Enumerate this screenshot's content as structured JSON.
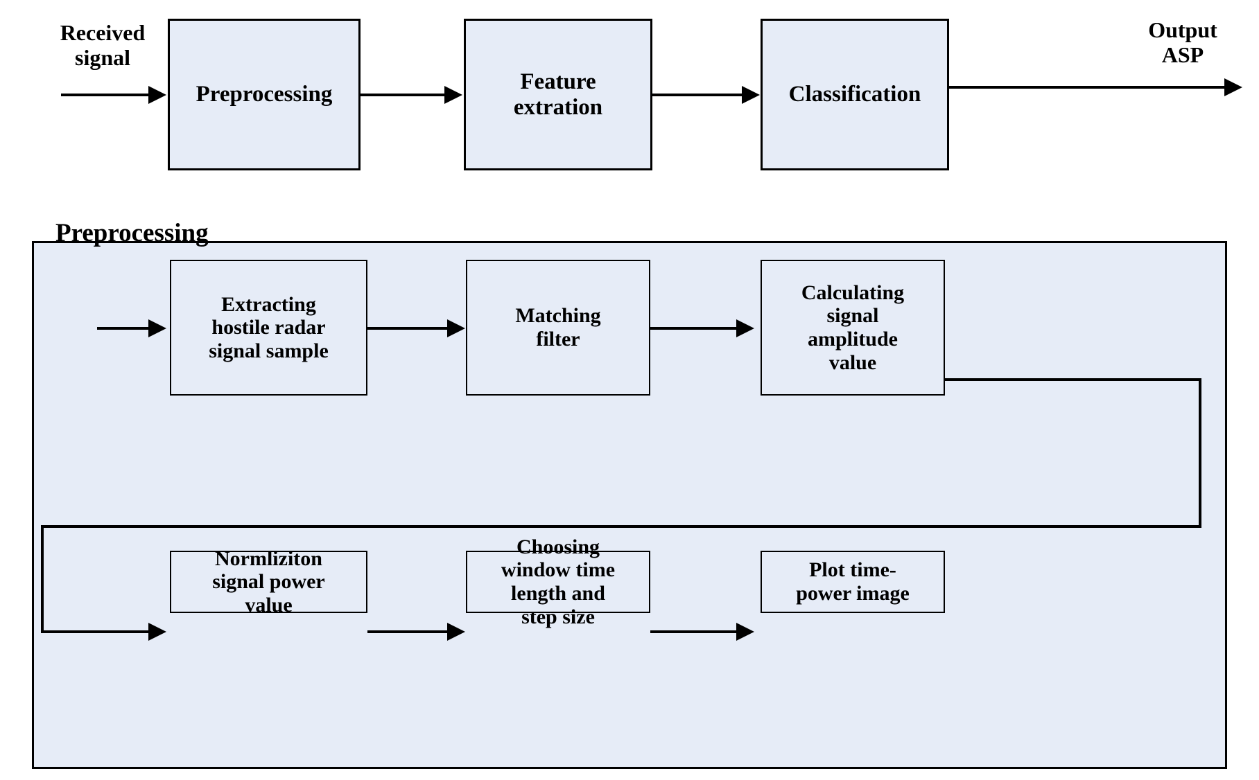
{
  "diagram": {
    "title": "Radar signal preprocessing and classification block diagram",
    "colors": {
      "box_fill": "#e6ecf7",
      "stroke": "#000000",
      "panel_fill": "#e6ecf7",
      "background": "#ffffff"
    },
    "top_flow": {
      "input_label": "Received\nsignal",
      "output_label": "Output\nASP",
      "stages": [
        {
          "id": "preprocessing",
          "label": "Preprocessing"
        },
        {
          "id": "feature-extration",
          "label": "Feature\nextration"
        },
        {
          "id": "classification",
          "label": "Classification"
        }
      ]
    },
    "detail_panel": {
      "title": "Preprocessing",
      "row1": [
        {
          "id": "extracting-hostile-radar-signal-sample",
          "label": "Extracting\nhostile radar\nsignal sample"
        },
        {
          "id": "matching-filter",
          "label": "Matching\nfilter"
        },
        {
          "id": "calculating-signal-amplitude-value",
          "label": "Calculating\nsignal\namplitude\nvalue"
        }
      ],
      "row2": [
        {
          "id": "normliziton-signal-power-value",
          "label": "Normliziton\nsignal power\nvalue"
        },
        {
          "id": "choosing-window-time-length-and-step-size",
          "label": "Choosing\nwindow time\nlength and\nstep size"
        },
        {
          "id": "plot-time-power-image",
          "label": "Plot time-\npower image"
        }
      ]
    }
  }
}
